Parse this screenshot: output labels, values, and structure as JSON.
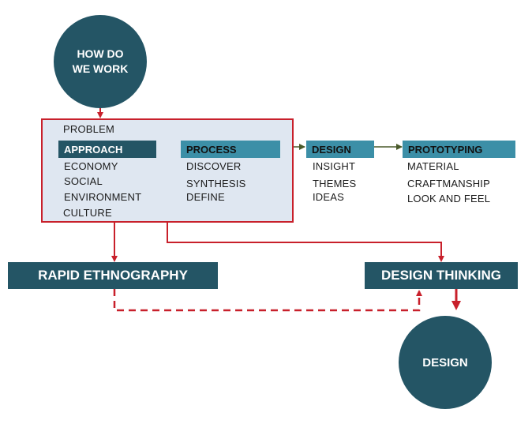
{
  "start_circle": {
    "line1": "HOW DO",
    "line2": "WE WORK"
  },
  "approach_box": {
    "problem": "PROBLEM",
    "approach_label": "APPROACH",
    "approach_items": [
      "ECONOMY",
      "SOCIAL",
      "ENVIRONMENT",
      "CULTURE"
    ],
    "process_label": "PROCESS",
    "process_items": [
      "DISCOVER",
      "SYNTHESIS",
      "DEFINE"
    ]
  },
  "design_stage": {
    "label": "DESIGN",
    "items": [
      "INSIGHT",
      "THEMES",
      "IDEAS"
    ]
  },
  "prototyping_stage": {
    "label": "PROTOTYPING",
    "items": [
      "MATERIAL",
      "CRAFTMANSHIP",
      "LOOK AND FEEL"
    ]
  },
  "rapid_ethnography": "RAPID ETHNOGRAPHY",
  "design_thinking": "DESIGN THINKING",
  "end_circle": "DESIGN",
  "colors": {
    "teal_dark": "#245565",
    "teal_light": "#3c8fa7",
    "box_fill": "#dfe7f1",
    "red": "#c8202b",
    "olive_arrow": "#4a5a2a"
  }
}
